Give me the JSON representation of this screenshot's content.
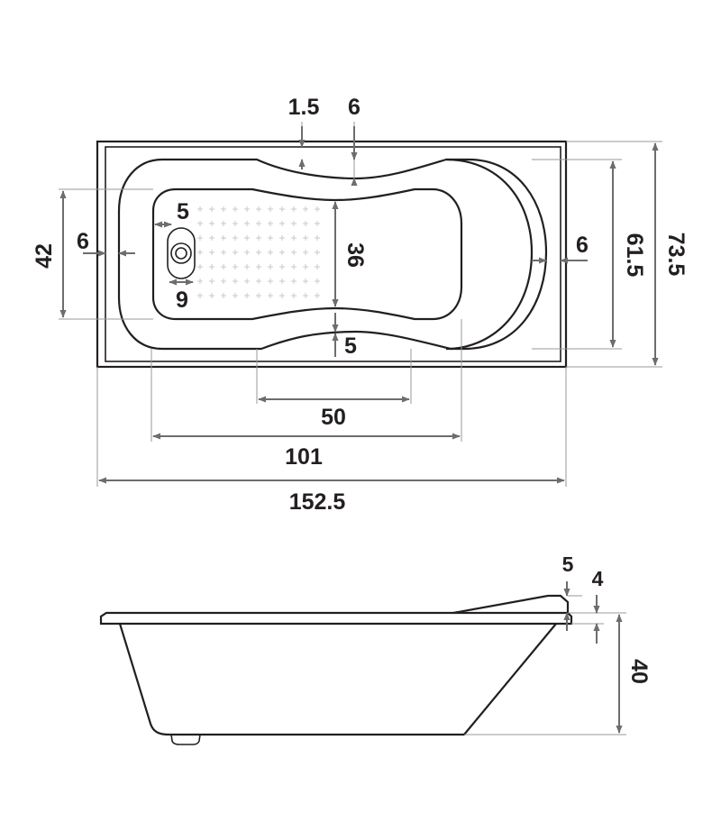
{
  "dimensions": {
    "top_rim_inner": "1.5",
    "top_rim_outer": "6",
    "left_height": "42",
    "left_rim": "6",
    "drain_offset": "5",
    "drain_diameter": "9",
    "floor_width": "36",
    "floor_bottom_gap": "5",
    "right_rim": "6",
    "inner_width": "61.5",
    "overall_width": "73.5",
    "center_length": "50",
    "floor_length": "101",
    "overall_length": "152.5",
    "side_headrest_step": "5",
    "side_rim_thickness": "4",
    "overall_depth": "40"
  },
  "colors": {
    "line": "#231f20",
    "dimension": "#6d6d6d",
    "extension": "#9a9a9a"
  }
}
